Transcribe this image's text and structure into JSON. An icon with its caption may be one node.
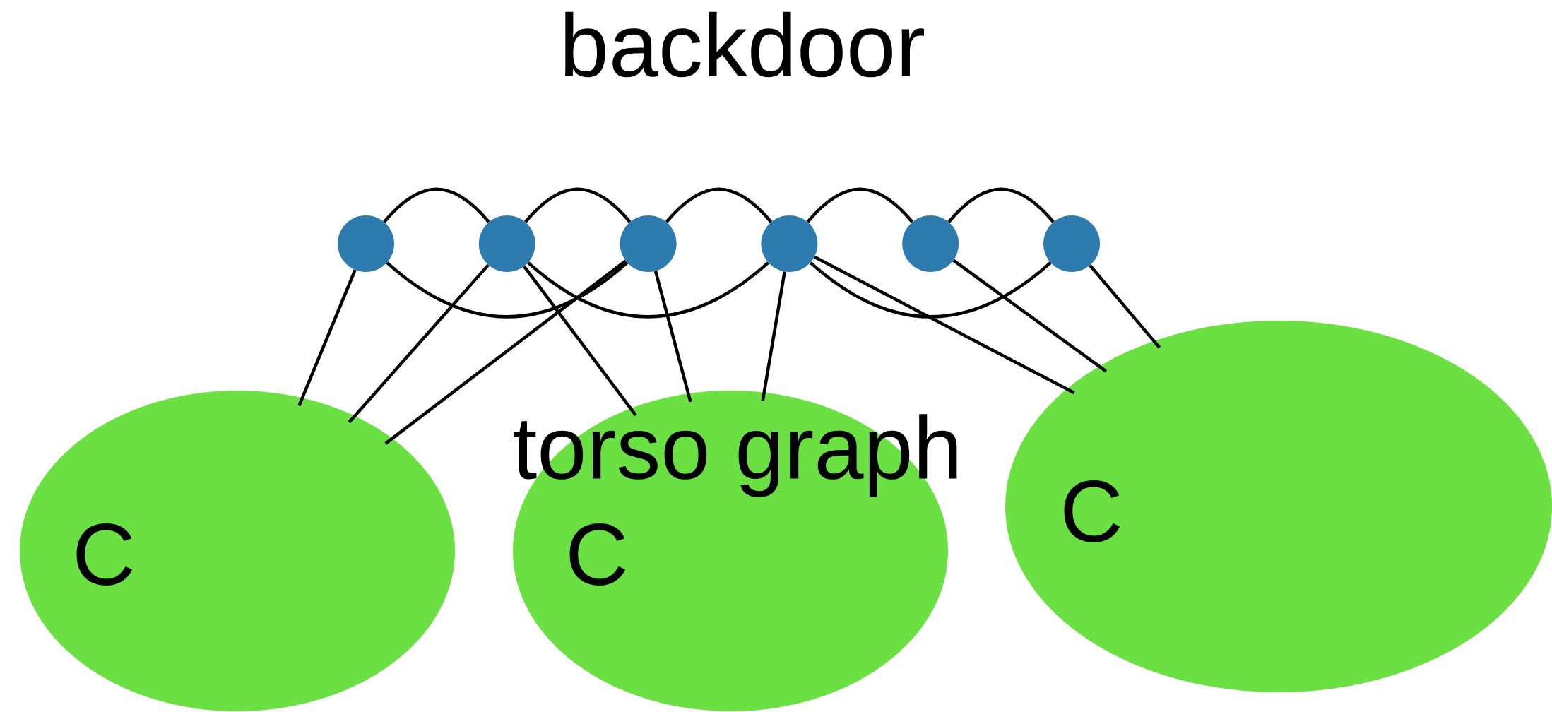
{
  "diagram": {
    "nodes": [
      {
        "text": [],
        "shape": "circle"
      },
      {
        "text": [],
        "shape": "circle"
      },
      {
        "text": [],
        "shape": "circle"
      },
      {
        "text": [],
        "shape": "circle"
      },
      {
        "text": [],
        "shape": "circle"
      },
      {
        "text": [],
        "shape": "circle"
      },
      {
        "text": [
          "C"
        ]
      },
      {
        "text": [
          "C"
        ]
      },
      {
        "text": [
          "C"
        ]
      }
    ],
    "edges": [
      {
        "from": 0,
        "to": 1,
        "arrow": "none"
      },
      {
        "from": 1,
        "to": 2,
        "arrow": "none"
      },
      {
        "from": 2,
        "to": 3,
        "arrow": "none"
      },
      {
        "from": 3,
        "to": 4,
        "arrow": "none"
      },
      {
        "from": 4,
        "to": 5,
        "arrow": "none"
      },
      {
        "from": 0,
        "to": 2,
        "arrow": "none"
      },
      {
        "from": 1,
        "to": 3,
        "arrow": "none"
      },
      {
        "from": 3,
        "to": 5,
        "arrow": "none"
      },
      {
        "from": 0,
        "to": 6,
        "arrow": "none"
      },
      {
        "from": 1,
        "to": 6,
        "arrow": "none"
      },
      {
        "from": 2,
        "to": 6,
        "arrow": "none"
      },
      {
        "from": 1,
        "to": 7,
        "arrow": "none"
      },
      {
        "from": 2,
        "to": 7,
        "arrow": "none"
      },
      {
        "from": 3,
        "to": 7,
        "arrow": "none"
      },
      {
        "from": 3,
        "to": 8,
        "arrow": "none"
      },
      {
        "from": 4,
        "to": 8,
        "arrow": "none"
      },
      {
        "from": 5,
        "to": 8,
        "arrow": "none"
      }
    ],
    "labels": [
      "backdoor",
      "torso graph"
    ]
  }
}
